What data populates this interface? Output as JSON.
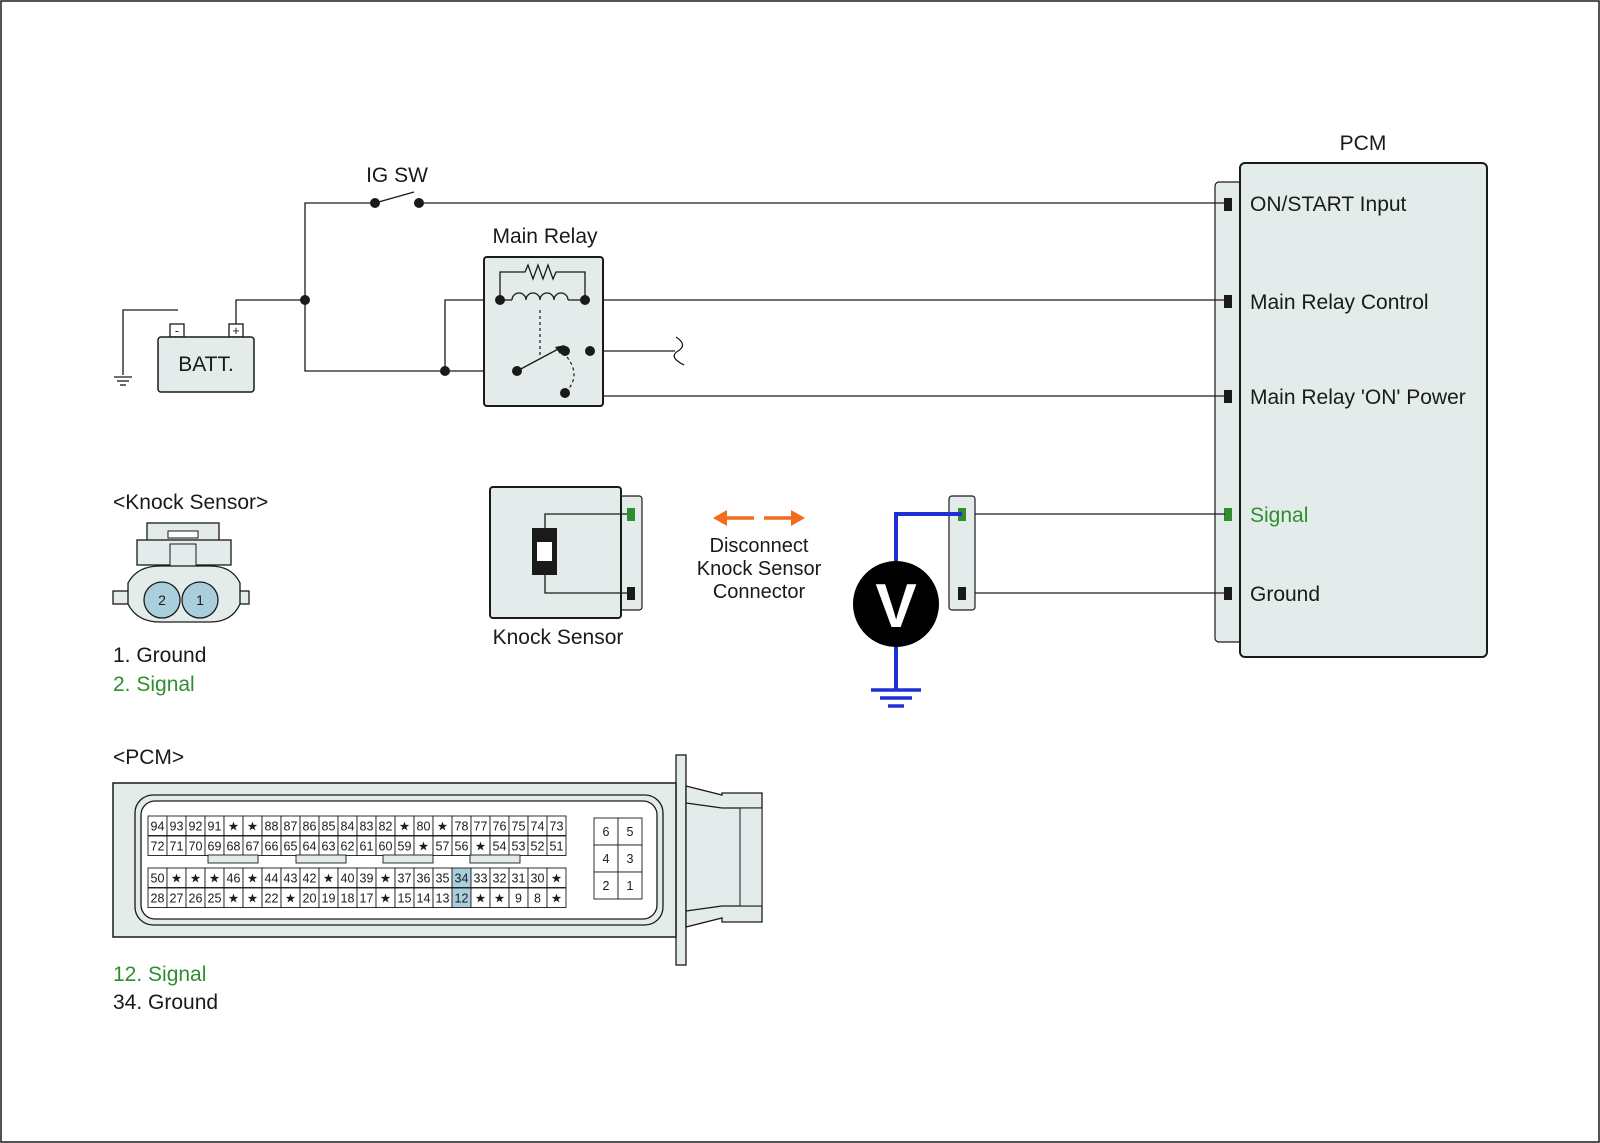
{
  "pcm_block": {
    "title": "PCM",
    "terminals": [
      {
        "label": "ON/START Input",
        "color": "#1a1a1a"
      },
      {
        "label": "Main Relay Control",
        "color": "#1a1a1a"
      },
      {
        "label": "Main Relay 'ON' Power",
        "color": "#1a1a1a"
      },
      {
        "label": "Signal",
        "color": "#2f8f2f"
      },
      {
        "label": "Ground",
        "color": "#1a1a1a"
      }
    ]
  },
  "ig_switch": {
    "label": "IG SW"
  },
  "main_relay": {
    "label": "Main Relay"
  },
  "battery": {
    "label": "BATT.",
    "minus": "-",
    "plus": "+"
  },
  "knock_sensor_connector": {
    "title": "<Knock Sensor>",
    "pins": [
      "2",
      "1"
    ],
    "legend": [
      {
        "text": "1. Ground",
        "color": "#1a1a1a"
      },
      {
        "text": "2. Signal",
        "color": "#2f8f2f"
      }
    ]
  },
  "knock_sensor_component": {
    "label": "Knock Sensor"
  },
  "disconnect_note": {
    "lines": [
      "Disconnect",
      "Knock Sensor",
      "Connector"
    ],
    "arrow_color": "#f26c1e"
  },
  "voltmeter": {
    "symbol": "V",
    "probe_color": "#1f2fd6"
  },
  "pcm_connector": {
    "title": "<PCM>",
    "rows": [
      [
        "94",
        "93",
        "92",
        "91",
        "★",
        "★",
        "88",
        "87",
        "86",
        "85",
        "84",
        "83",
        "82",
        "★",
        "80",
        "★",
        "78",
        "77",
        "76",
        "75",
        "74",
        "73"
      ],
      [
        "72",
        "71",
        "70",
        "69",
        "68",
        "67",
        "66",
        "65",
        "64",
        "63",
        "62",
        "61",
        "60",
        "59",
        "★",
        "57",
        "56",
        "★",
        "54",
        "53",
        "52",
        "51"
      ],
      [
        "50",
        "★",
        "★",
        "★",
        "46",
        "★",
        "44",
        "43",
        "42",
        "★",
        "40",
        "39",
        "★",
        "37",
        "36",
        "35",
        "34",
        "33",
        "32",
        "31",
        "30",
        "★"
      ],
      [
        "28",
        "27",
        "26",
        "25",
        "★",
        "★",
        "22",
        "★",
        "20",
        "19",
        "18",
        "17",
        "★",
        "15",
        "14",
        "13",
        "12",
        "★",
        "★",
        "9",
        "8",
        "★"
      ]
    ],
    "small_block": [
      [
        "6",
        "5"
      ],
      [
        "4",
        "3"
      ],
      [
        "2",
        "1"
      ]
    ],
    "highlighted_pins": [
      "34",
      "12"
    ],
    "highlight_color": "#a9cfdc",
    "legend": [
      {
        "text": "12. Signal",
        "color": "#2f8f2f"
      },
      {
        "text": "34. Ground",
        "color": "#1a1a1a"
      }
    ]
  }
}
